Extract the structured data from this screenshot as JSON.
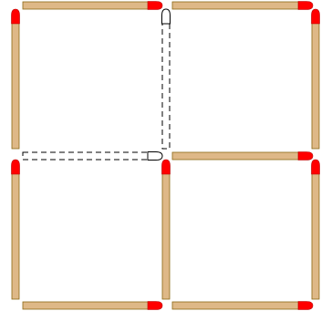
{
  "puzzle": {
    "colors": {
      "background": "#ffffff",
      "stick_fill": "#deb887",
      "stick_edge": "#8b6914",
      "head_fill": "#ff0000",
      "head_edge": "#b00000",
      "slot_line": "#000000",
      "slot_head": "#ffffff"
    },
    "placed_matches": [
      {
        "id": "top-left",
        "orientation": "horizontal",
        "head": "right"
      },
      {
        "id": "top-right",
        "orientation": "horizontal",
        "head": "right"
      },
      {
        "id": "upper-left-side",
        "orientation": "vertical",
        "head": "top"
      },
      {
        "id": "upper-right-side",
        "orientation": "vertical",
        "head": "top"
      },
      {
        "id": "middle-right",
        "orientation": "horizontal",
        "head": "right"
      },
      {
        "id": "lower-left-side",
        "orientation": "vertical",
        "head": "top"
      },
      {
        "id": "lower-center",
        "orientation": "vertical",
        "head": "top"
      },
      {
        "id": "lower-right-side",
        "orientation": "vertical",
        "head": "top"
      },
      {
        "id": "bottom-left",
        "orientation": "horizontal",
        "head": "right"
      },
      {
        "id": "bottom-right",
        "orientation": "horizontal",
        "head": "right"
      }
    ],
    "empty_slots": [
      {
        "id": "upper-center",
        "orientation": "vertical",
        "head": "top"
      },
      {
        "id": "middle-left",
        "orientation": "horizontal",
        "head": "right"
      }
    ]
  }
}
